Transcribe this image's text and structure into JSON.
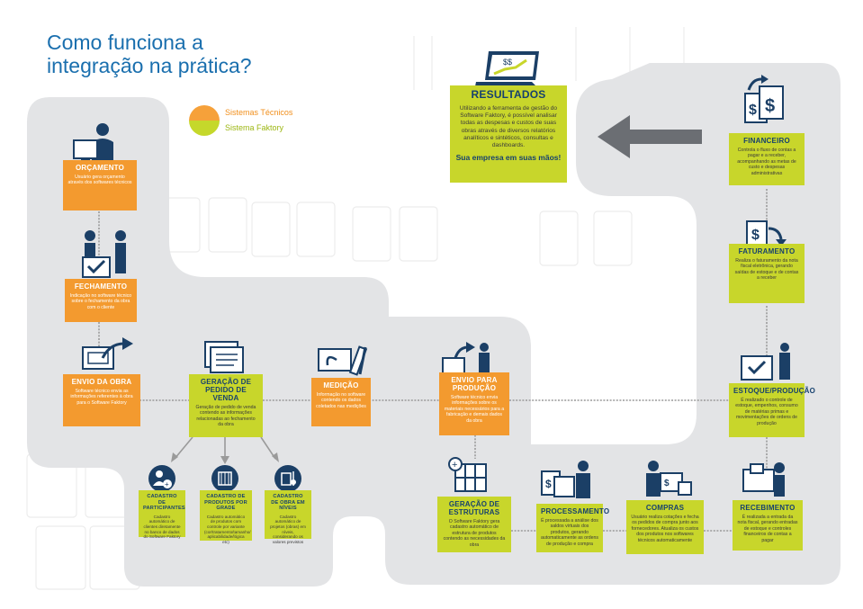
{
  "header": {
    "title_line1": "Como funciona a",
    "title_line2": "integração na prática?"
  },
  "legend": {
    "orange_label": "Sistemas Técnicos",
    "green_label": "Sistema Faktory"
  },
  "colors": {
    "orange": "#f39a2f",
    "green": "#c8d62b",
    "navy": "#16416e",
    "path_gray": "#e3e4e6",
    "title_blue": "#1a6fae"
  },
  "steps": {
    "resultados": {
      "title": "RESULTADOS",
      "desc": "Utilizando a ferramenta de gestão do Software Faktory, é possível analisar todas as despesas e custos de suas obras através de diversos relatórios analíticos e sintéticos, consultas e dashboards.",
      "highlight": "Sua empresa em suas mãos!"
    },
    "financeiro": {
      "title": "FINANCEIRO",
      "desc": "Controla o fluxo de contas a pagar e a receber, acompanhando as metas de custo e despesas administrativas"
    },
    "orcamento": {
      "title": "ORÇAMENTO",
      "desc": "Usuário gera orçamento através dos softwares técnicos"
    },
    "faturamento": {
      "title": "FATURAMENTO",
      "desc": "Realiza o faturamento da nota fiscal eletrônica, gerando saídas de estoque e de contas a receber"
    },
    "fechamento": {
      "title": "FECHAMENTO",
      "desc": "Indicação no software técnico sobre o fechamento da obra com o cliente"
    },
    "envio_obra": {
      "title": "ENVIO DA OBRA",
      "desc": "Software técnico envia as informações referentes à obra para o Software Faktory"
    },
    "pedido": {
      "title": "GERAÇÃO DE PEDIDO DE VENDA",
      "desc": "Geração de pedido de venda contendo as informações relacionadas ao fechamento da obra"
    },
    "medicao": {
      "title": "MEDIÇÃO",
      "desc": "Informação no software contendo os dados coletados nas medições"
    },
    "envio_producao": {
      "title": "ENVIO PARA PRODUÇÃO",
      "desc": "Software técnico envia informações sobre os materiais necessários para a fabricação e demais dados da obra"
    },
    "estoque": {
      "title": "ESTOQUE/PRODUÇÃO",
      "desc": "É realizado o controle de estoque, empenhos, consumo de matérias primas e movimentações de ordens de produção"
    },
    "participantes": {
      "title": "CADASTRO DE PARTICIPANTES",
      "desc": "Cadastro automático de clientes diretamente no banco de dados do Software Faktory"
    },
    "produtos": {
      "title": "CADASTRO DE PRODUTOS POR GRADE",
      "desc": "Cadastro automático de produtos com controle por variante (cor/tratamento/tamanho/ aplicabilidade/lógica etc)"
    },
    "obra_niveis": {
      "title": "CADASTRO DE OBRA EM NÍVEIS",
      "desc": "Cadastro automático de projetos (obras) em níveis, considerando os valores previstos"
    },
    "estruturas": {
      "title": "GERAÇÃO DE ESTRUTURAS",
      "desc": "O Software Faktory gera cadastro automático de estrutura de produtos contendo as necessidades da obra"
    },
    "processamento": {
      "title": "PROCESSAMENTO",
      "desc": "É processada a análise dos saldos virtuais dos produtos, gerando automaticamente as ordens de produção e compra"
    },
    "compras": {
      "title": "COMPRAS",
      "desc": "Usuário realiza cotações e fecha os pedidos de compra junto aos fornecedores. Atualiza os custos dos produtos nos softwares técnicos automaticamente"
    },
    "recebimento": {
      "title": "RECEBIMENTO",
      "desc": "É realizada a entrada da nota fiscal, gerando entradas de estoque e controles financeiros de contas a pagar"
    }
  }
}
